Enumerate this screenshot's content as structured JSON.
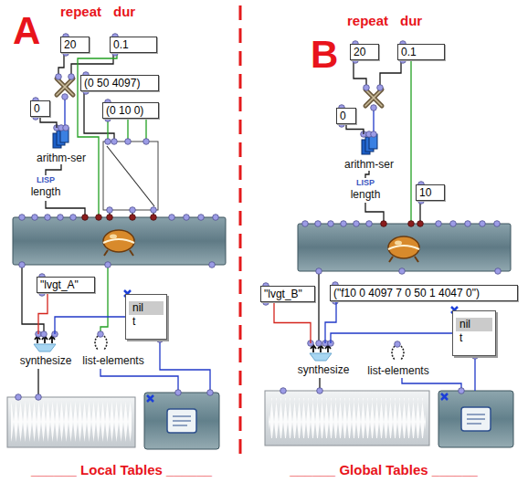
{
  "diagram": {
    "nodes": [
      {
        "text": [
          "20"
        ]
      },
      {
        "text": [
          "0.1"
        ]
      },
      {
        "text": [
          "0"
        ]
      },
      {
        "text": [
          "(0 50 4097)"
        ]
      },
      {
        "text": [
          "(0 10 0)"
        ]
      },
      {
        "text": [
          "arithm-ser"
        ]
      },
      {
        "text": [
          "LISP",
          "length"
        ]
      },
      {
        "text": [
          "\"lvgt_A\""
        ]
      },
      {
        "text": [
          "nil",
          "t"
        ]
      },
      {
        "text": [
          "synthesize"
        ]
      },
      {
        "text": [
          "list-elements"
        ]
      },
      {
        "text": [
          "20"
        ]
      },
      {
        "text": [
          "0.1"
        ]
      },
      {
        "text": [
          "0"
        ]
      },
      {
        "text": [
          "arithm-ser"
        ]
      },
      {
        "text": [
          "LISP",
          "length"
        ]
      },
      {
        "text": [
          "10"
        ]
      },
      {
        "text": [
          "\"lvgt_B\""
        ]
      },
      {
        "text": [
          "(\"f10 0 4097 7 0 50 1 4047 0\")"
        ]
      },
      {
        "text": [
          "nil",
          "t"
        ]
      },
      {
        "text": [
          "synthesize"
        ]
      },
      {
        "text": [
          "list-elements"
        ]
      }
    ],
    "edges": [
      {
        "from": 2,
        "to": 5,
        "arrow": "none"
      },
      {
        "from": 5,
        "to": 6,
        "arrow": "none"
      },
      {
        "from": 7,
        "to": 9,
        "arrow": "none"
      },
      {
        "from": 8,
        "to": 9,
        "arrow": "none"
      },
      {
        "from": 13,
        "to": 14,
        "arrow": "none"
      },
      {
        "from": 14,
        "to": 15,
        "arrow": "none"
      },
      {
        "from": 17,
        "to": 20,
        "arrow": "none"
      },
      {
        "from": 18,
        "to": 20,
        "arrow": "none"
      },
      {
        "from": 19,
        "to": 20,
        "arrow": "none"
      }
    ],
    "labels": [
      "A",
      "repeat",
      "dur",
      "______ Local Tables ______",
      "B",
      "repeat",
      "dur",
      "______ Global Tables ______"
    ]
  }
}
